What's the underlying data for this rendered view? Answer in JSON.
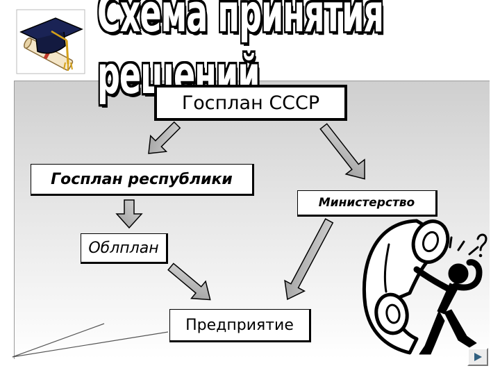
{
  "title": "Схема принятия решений",
  "nodes": {
    "gosplan_ussr": "Госплан СССР",
    "gosplan_republic": "Госплан республики",
    "ministry": "Министерство",
    "oblplan": "Облплан",
    "enterprise": "Предприятие"
  },
  "icons": {
    "top_left": "graduation-cap-diploma-icon",
    "bottom_right": "confused-man-phone-icon",
    "nav": "next-slide-arrow-icon"
  },
  "colors": {
    "arrow_fill": "#b5b5b5",
    "box_border": "#000000",
    "nav_arrow": "#2f5f7f"
  }
}
